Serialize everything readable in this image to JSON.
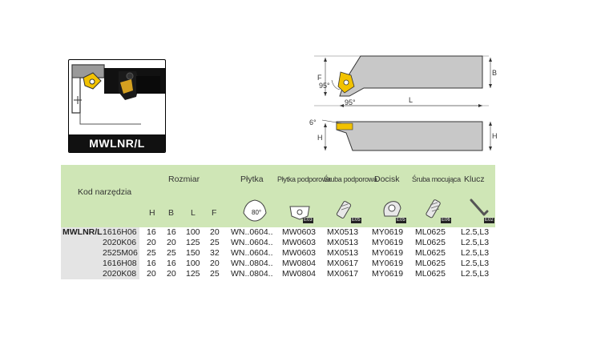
{
  "badge": {
    "label": "MWLNR/L"
  },
  "diagram": {
    "angle_top": "95°",
    "angle_bottom": "95°",
    "angle_side": "6°",
    "dim_F": "F",
    "dim_B": "B",
    "dim_L": "L",
    "dim_H_left": "H",
    "dim_H_right": "H"
  },
  "table": {
    "header": {
      "code": "Kod narzędzia",
      "size": "Rozmiar",
      "sizes": [
        "H",
        "B",
        "L",
        "F"
      ],
      "insert": "Płytka",
      "insert_angle": "80°",
      "shim": "Płytka podporowa",
      "shim_tag": "E03",
      "shim_screw": "Śruba podporowa",
      "shim_screw_tag": "E05",
      "clamp": "Docisk",
      "clamp_tag": "E05",
      "clamp_screw": "Śruba mocująca",
      "clamp_screw_tag": "E06",
      "key": "Klucz",
      "key_tag": "E02"
    },
    "prefix": "MWLNR/L",
    "rows": [
      {
        "code": "1616H06",
        "H": "16",
        "B": "16",
        "L": "100",
        "F": "20",
        "insert": "WN..0604..",
        "shim": "MW0603",
        "shim_screw": "MX0513",
        "clamp": "MY0619",
        "clamp_screw": "ML0625",
        "key": "L2.5,L3"
      },
      {
        "code": "2020K06",
        "H": "20",
        "B": "20",
        "L": "125",
        "F": "25",
        "insert": "WN..0604..",
        "shim": "MW0603",
        "shim_screw": "MX0513",
        "clamp": "MY0619",
        "clamp_screw": "ML0625",
        "key": "L2.5,L3"
      },
      {
        "code": "2525M06",
        "H": "25",
        "B": "25",
        "L": "150",
        "F": "32",
        "insert": "WN..0604..",
        "shim": "MW0603",
        "shim_screw": "MX0513",
        "clamp": "MY0619",
        "clamp_screw": "ML0625",
        "key": "L2.5,L3"
      },
      {
        "code": "1616H08",
        "H": "16",
        "B": "16",
        "L": "100",
        "F": "20",
        "insert": "WN..0804..",
        "shim": "MW0804",
        "shim_screw": "MX0617",
        "clamp": "MY0619",
        "clamp_screw": "ML0625",
        "key": "L2.5,L3"
      },
      {
        "code": "2020K08",
        "H": "20",
        "B": "20",
        "L": "125",
        "F": "25",
        "insert": "WN..0804..",
        "shim": "MW0804",
        "shim_screw": "MX0617",
        "clamp": "MY0619",
        "clamp_screw": "ML0625",
        "key": "L2.5,L3"
      }
    ]
  }
}
